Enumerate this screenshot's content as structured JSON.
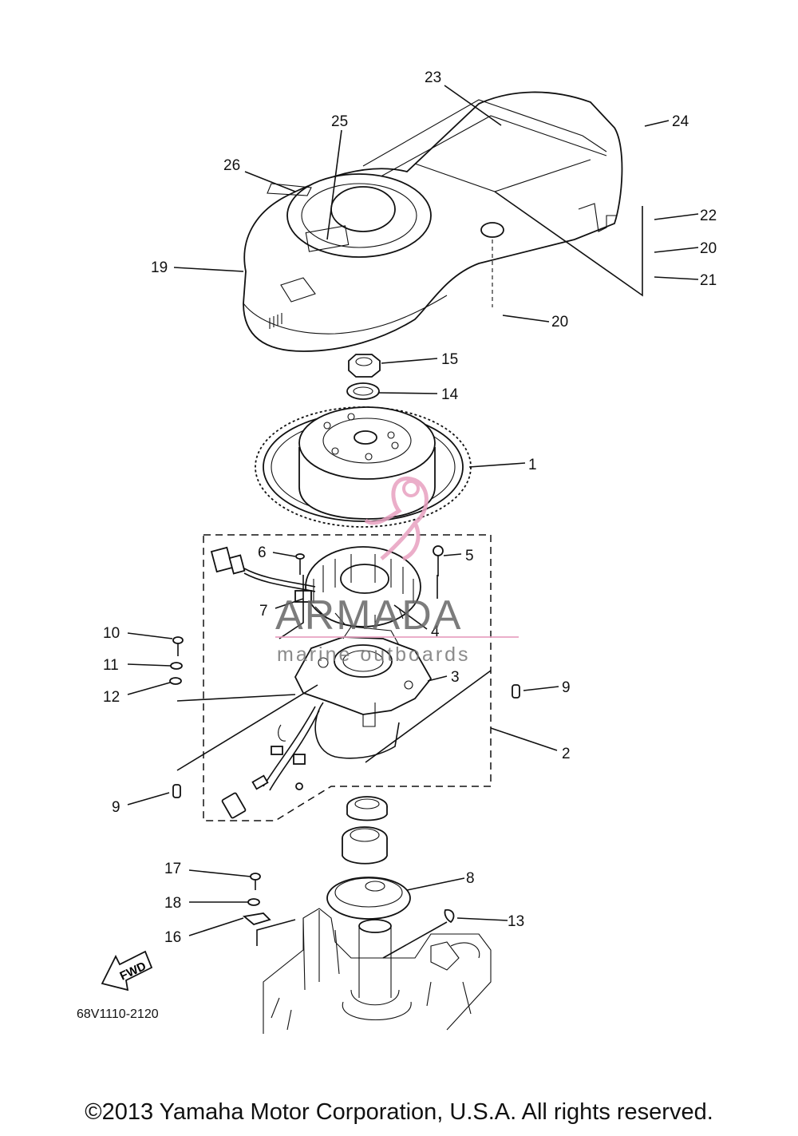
{
  "diagram": {
    "callouts": {
      "p1": "1",
      "p2": "2",
      "p3": "3",
      "p4": "4",
      "p5": "5",
      "p6": "6",
      "p7": "7",
      "p8": "8",
      "p9a": "9",
      "p9b": "9",
      "p10": "10",
      "p11": "11",
      "p12": "12",
      "p13": "13",
      "p14": "14",
      "p15": "15",
      "p16": "16",
      "p17": "17",
      "p18": "18",
      "p19": "19",
      "p20a": "20",
      "p20b": "20",
      "p21": "21",
      "p22": "22",
      "p23": "23",
      "p24": "24",
      "p25": "25",
      "p26": "26"
    },
    "fwd_label": "FWD",
    "part_code": "68V1110-2120"
  },
  "watermark": {
    "brand": "ARMADA",
    "tagline": "marine outboards",
    "accent_color": "#e8a0c0"
  },
  "footer": {
    "copyright": "©2013 Yamaha Motor Corporation, U.S.A. All rights reserved."
  }
}
